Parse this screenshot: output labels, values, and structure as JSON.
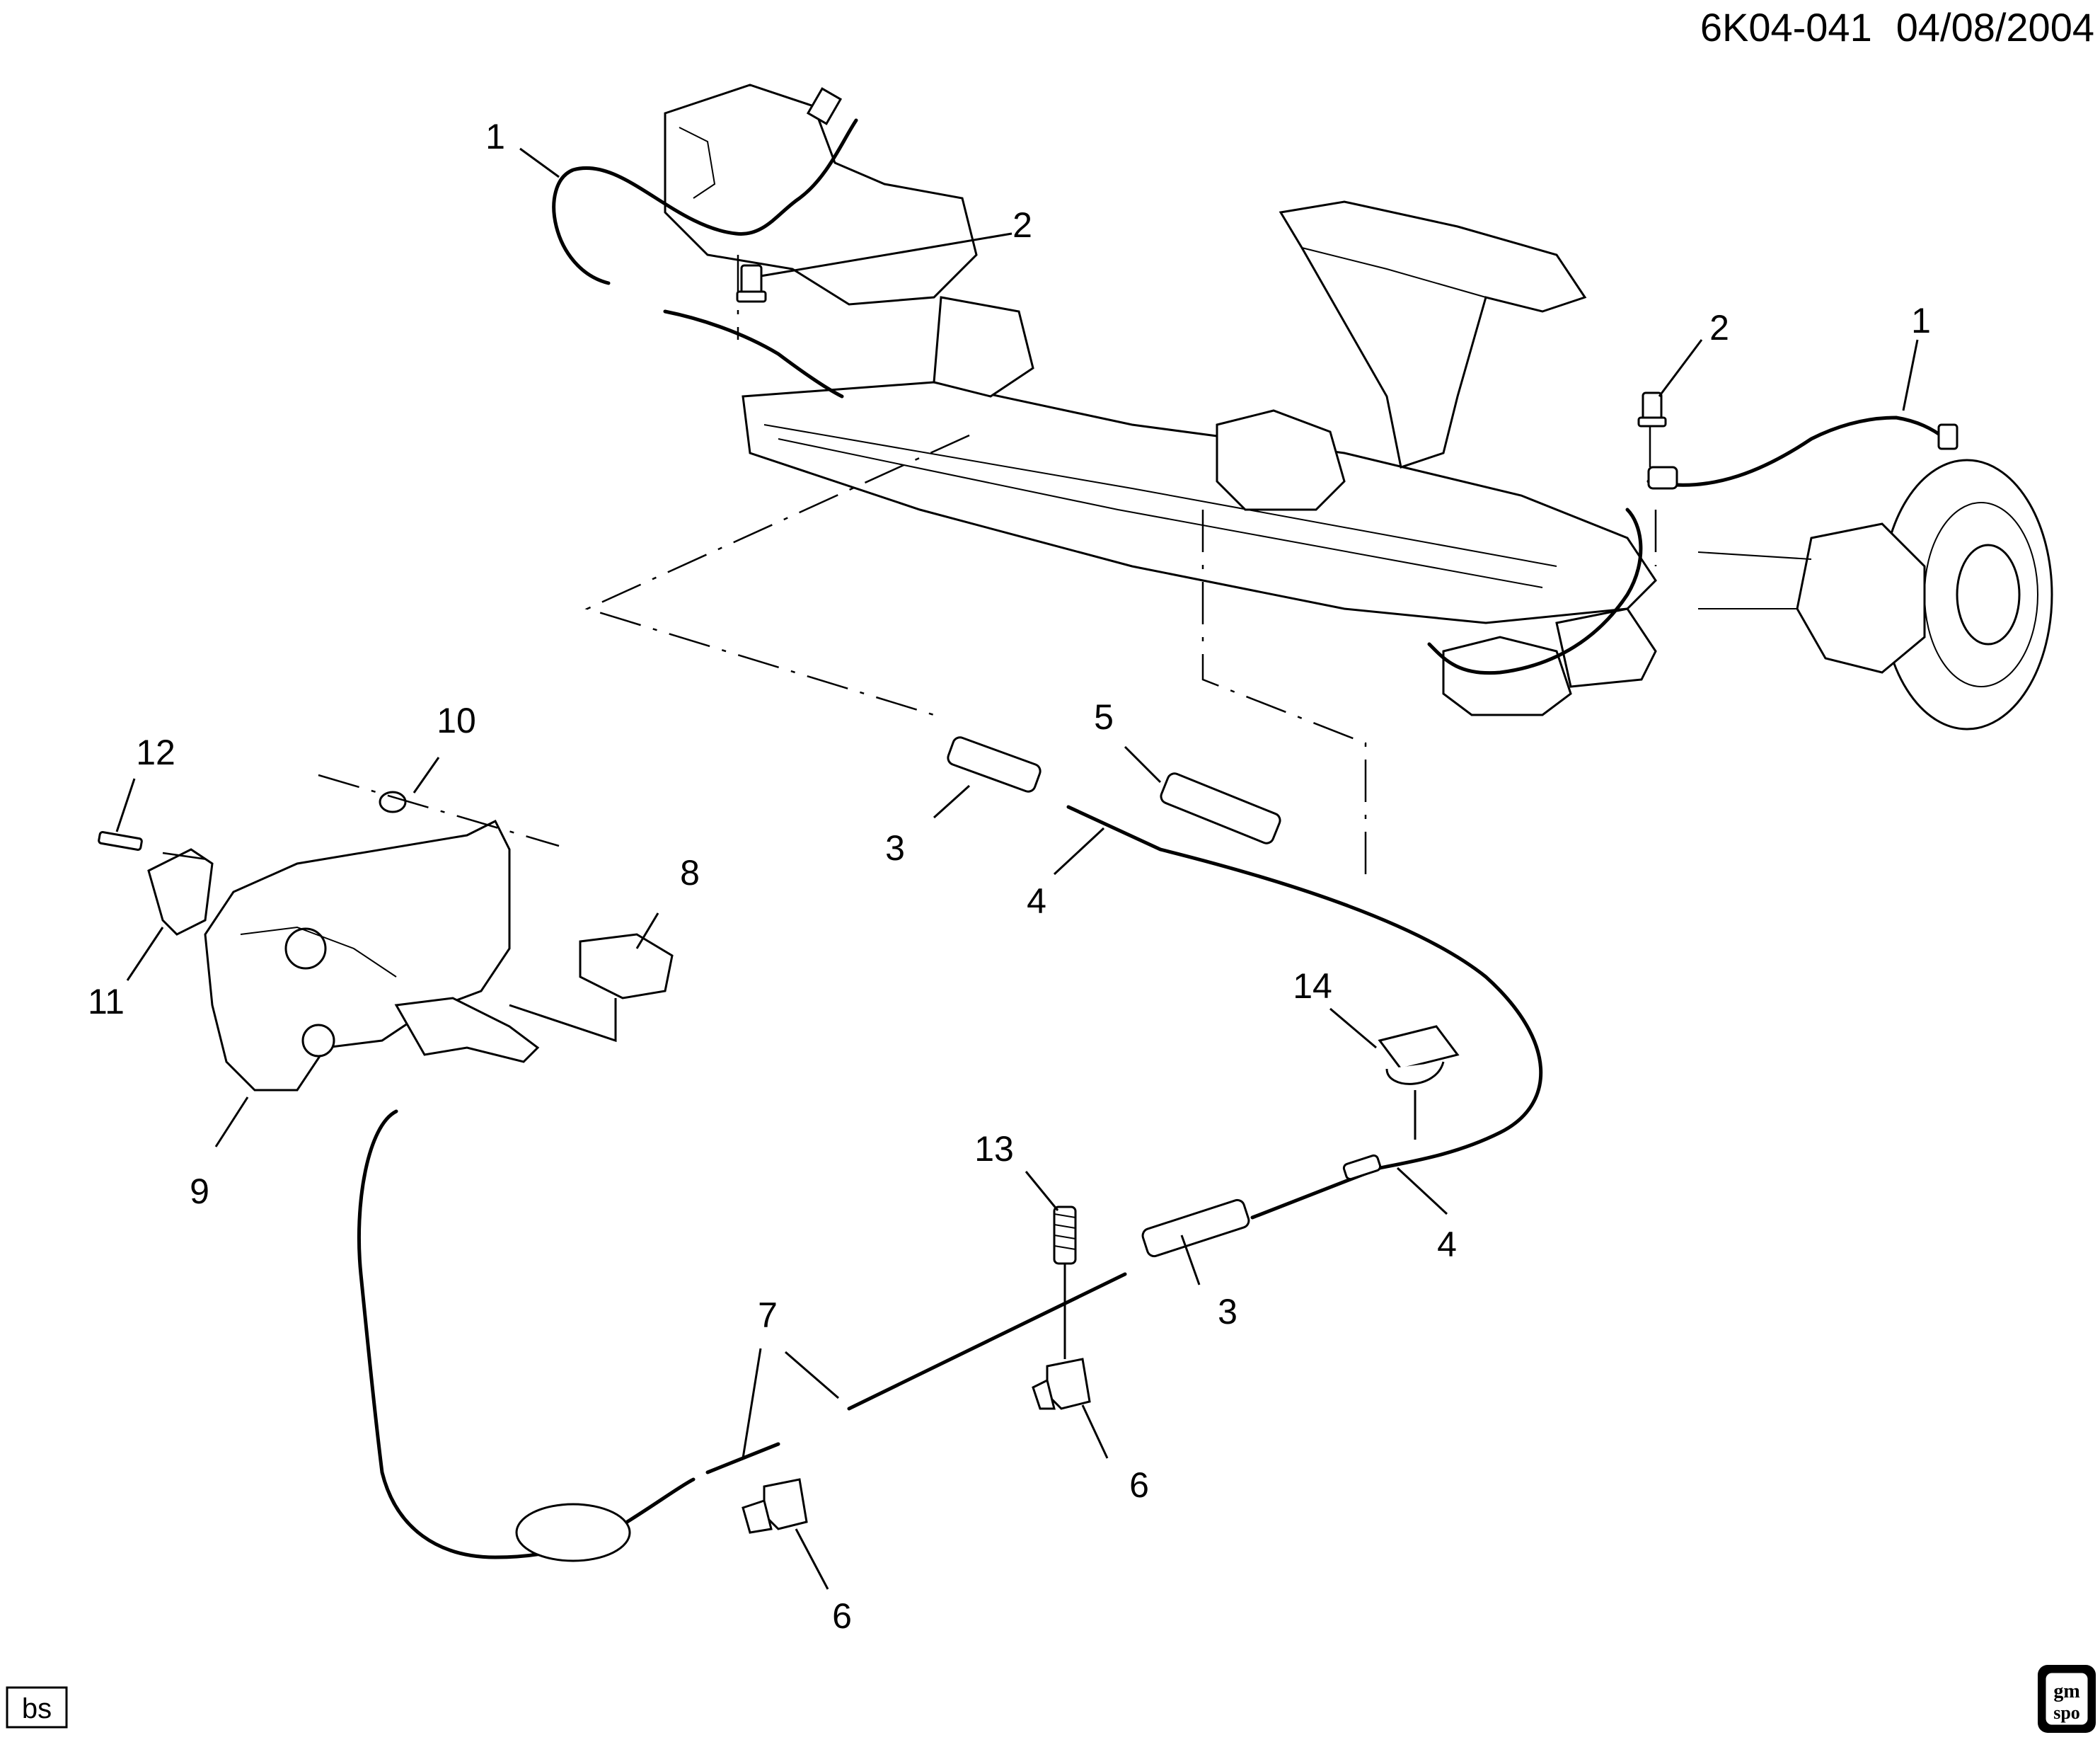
{
  "header": {
    "diagram_id": "6K04-041",
    "date": "04/08/2004"
  },
  "badges": {
    "bottom_left": "bs",
    "logo_line1": "gm",
    "logo_line2": "spo"
  },
  "callouts": [
    {
      "id": "c1a",
      "text": "1"
    },
    {
      "id": "c2a",
      "text": "2"
    },
    {
      "id": "c2b",
      "text": "2"
    },
    {
      "id": "c1b",
      "text": "1"
    },
    {
      "id": "c10",
      "text": "10"
    },
    {
      "id": "c12",
      "text": "12"
    },
    {
      "id": "c5",
      "text": "5"
    },
    {
      "id": "c8",
      "text": "8"
    },
    {
      "id": "c3a",
      "text": "3"
    },
    {
      "id": "c4a",
      "text": "4"
    },
    {
      "id": "c11",
      "text": "11"
    },
    {
      "id": "c14",
      "text": "14"
    },
    {
      "id": "c9",
      "text": "9"
    },
    {
      "id": "c13",
      "text": "13"
    },
    {
      "id": "c4b",
      "text": "4"
    },
    {
      "id": "c3b",
      "text": "3"
    },
    {
      "id": "c7",
      "text": "7"
    },
    {
      "id": "c6a",
      "text": "6"
    },
    {
      "id": "c6b",
      "text": "6"
    }
  ]
}
